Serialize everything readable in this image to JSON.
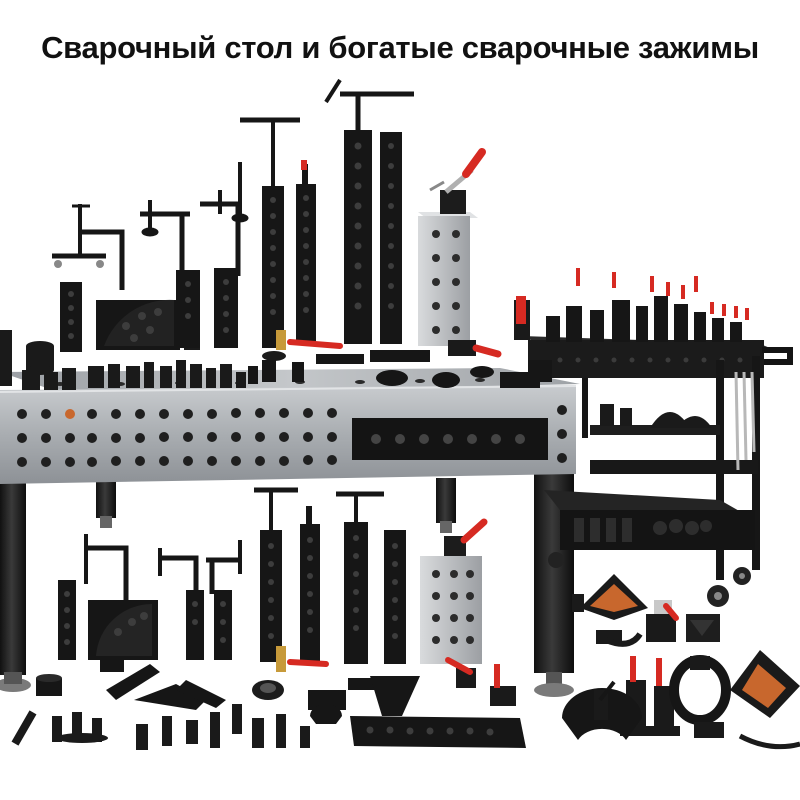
{
  "headline": "Сварочный стол и богатые сварочные зажимы",
  "colors": {
    "background": "#ffffff",
    "headline_text": "#111111",
    "table_steel": "#a9adb1",
    "black_fixture": "#161616",
    "clamp_handle_red": "#d62a22",
    "brass_accent": "#c79a3a",
    "magnet_orange": "#c8672d"
  },
  "icons": [
    "welding-table",
    "tool-cart",
    "square-post",
    "bolt-clamp",
    "toggle-clamp",
    "angle-bracket",
    "welding-magnet",
    "stop-block",
    "table-leg"
  ]
}
